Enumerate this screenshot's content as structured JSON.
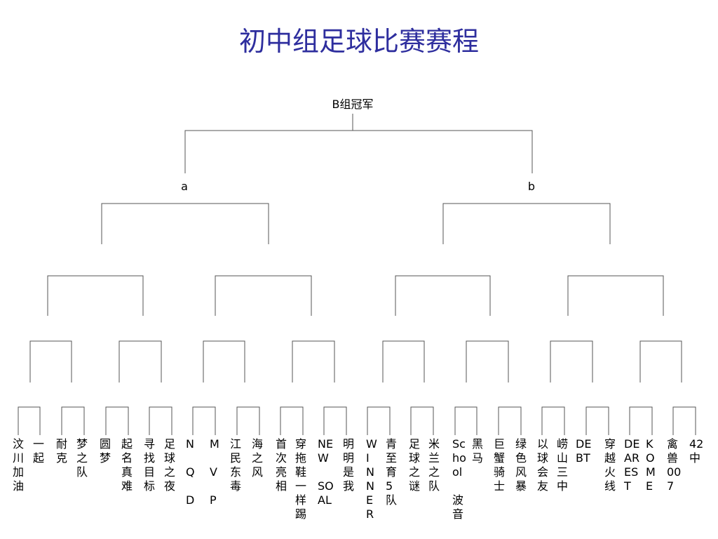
{
  "title": "初中组足球比赛赛程",
  "title_color": "#2e2e9e",
  "line_color": "#555555",
  "labels": {
    "champion": "B组冠军",
    "semi_a": "a",
    "semi_b": "b"
  },
  "teams": [
    "汶\n川\n加\n油",
    "一\n起",
    "耐\n克",
    "梦\n之\n队",
    "圆\n梦",
    "起\n名\n真\n难",
    "寻\n找\n目\n标",
    "足\n球\n之\n夜",
    "N\n\nQ\n\nD",
    "M\n\nV\n\nP",
    "江\n民\n东\n毒",
    "海\n之\n风",
    "首\n次\n亮\n相",
    "穿\n拖\n鞋\n一\n样\n踢",
    "NE\nW\n\nSO\nAL",
    "明\n明\n是\n我",
    "W\nI\nN\nN\nE\nR",
    "青\n至\n育\n5\n队",
    "足\n球\n之\n谜",
    "米\n兰\n之\n队",
    "Sc\nho\nol\n\n波\n音",
    "黑\n马",
    "巨\n蟹\n骑\n士",
    "绿\n色\n风\n暴",
    "以\n球\n会\n友",
    "崂\n山\n三\n中",
    "DE\nBT",
    "穿\n越\n火\n线",
    "DE\nAR\nES\nT",
    "K\nO\nM\nE",
    "禽\n兽\n00\n7",
    "42\n中"
  ]
}
